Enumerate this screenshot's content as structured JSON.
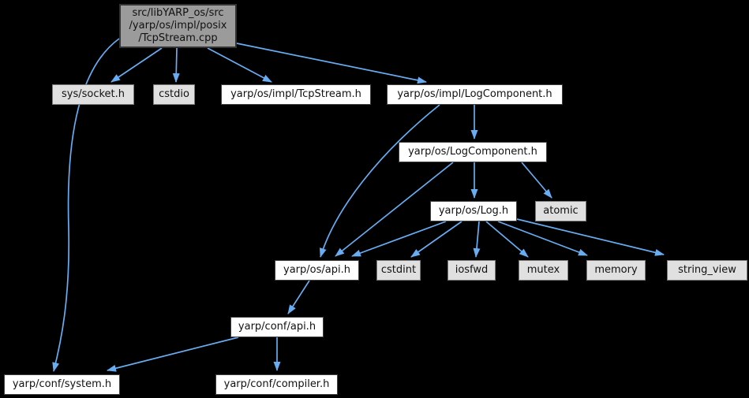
{
  "diagram": {
    "type": "include-dependency-graph",
    "colors": {
      "background": "#000000",
      "edge": "#68acf1",
      "node_fill": "#ffffff",
      "leaf_fill": "#e0e0e0",
      "root_fill": "#9b9b9b",
      "node_border": "#3f3f3f",
      "leaf_border": "#7a7a7a",
      "text": "#111111"
    },
    "nodes": [
      {
        "id": "root",
        "label": "src/libYARP_os/src\n/yarp/os/impl/posix\n/TcpStream.cpp",
        "type": "root"
      },
      {
        "id": "sys-socket",
        "label": "sys/socket.h",
        "type": "system"
      },
      {
        "id": "cstdio",
        "label": "cstdio",
        "type": "system"
      },
      {
        "id": "impl-tcpstream",
        "label": "yarp/os/impl/TcpStream.h",
        "type": "header"
      },
      {
        "id": "impl-logcomponent",
        "label": "yarp/os/impl/LogComponent.h",
        "type": "header"
      },
      {
        "id": "os-logcomponent",
        "label": "yarp/os/LogComponent.h",
        "type": "header"
      },
      {
        "id": "os-log",
        "label": "yarp/os/Log.h",
        "type": "header"
      },
      {
        "id": "atomic",
        "label": "atomic",
        "type": "system"
      },
      {
        "id": "os-api",
        "label": "yarp/os/api.h",
        "type": "header"
      },
      {
        "id": "cstdint",
        "label": "cstdint",
        "type": "system"
      },
      {
        "id": "iosfwd",
        "label": "iosfwd",
        "type": "system"
      },
      {
        "id": "mutex",
        "label": "mutex",
        "type": "system"
      },
      {
        "id": "memory",
        "label": "memory",
        "type": "system"
      },
      {
        "id": "string-view",
        "label": "string_view",
        "type": "system"
      },
      {
        "id": "conf-api",
        "label": "yarp/conf/api.h",
        "type": "header"
      },
      {
        "id": "conf-system",
        "label": "yarp/conf/system.h",
        "type": "header"
      },
      {
        "id": "conf-compiler",
        "label": "yarp/conf/compiler.h",
        "type": "header"
      }
    ],
    "edges": [
      {
        "from": "root",
        "to": "sys-socket"
      },
      {
        "from": "root",
        "to": "cstdio"
      },
      {
        "from": "root",
        "to": "impl-tcpstream"
      },
      {
        "from": "root",
        "to": "impl-logcomponent"
      },
      {
        "from": "root",
        "to": "conf-system"
      },
      {
        "from": "impl-logcomponent",
        "to": "os-logcomponent"
      },
      {
        "from": "impl-logcomponent",
        "to": "os-api"
      },
      {
        "from": "os-logcomponent",
        "to": "os-log"
      },
      {
        "from": "os-logcomponent",
        "to": "atomic"
      },
      {
        "from": "os-logcomponent",
        "to": "os-api"
      },
      {
        "from": "os-log",
        "to": "os-api"
      },
      {
        "from": "os-log",
        "to": "cstdint"
      },
      {
        "from": "os-log",
        "to": "iosfwd"
      },
      {
        "from": "os-log",
        "to": "mutex"
      },
      {
        "from": "os-log",
        "to": "memory"
      },
      {
        "from": "os-log",
        "to": "string-view"
      },
      {
        "from": "os-api",
        "to": "conf-api"
      },
      {
        "from": "conf-api",
        "to": "conf-system"
      },
      {
        "from": "conf-api",
        "to": "conf-compiler"
      }
    ]
  }
}
